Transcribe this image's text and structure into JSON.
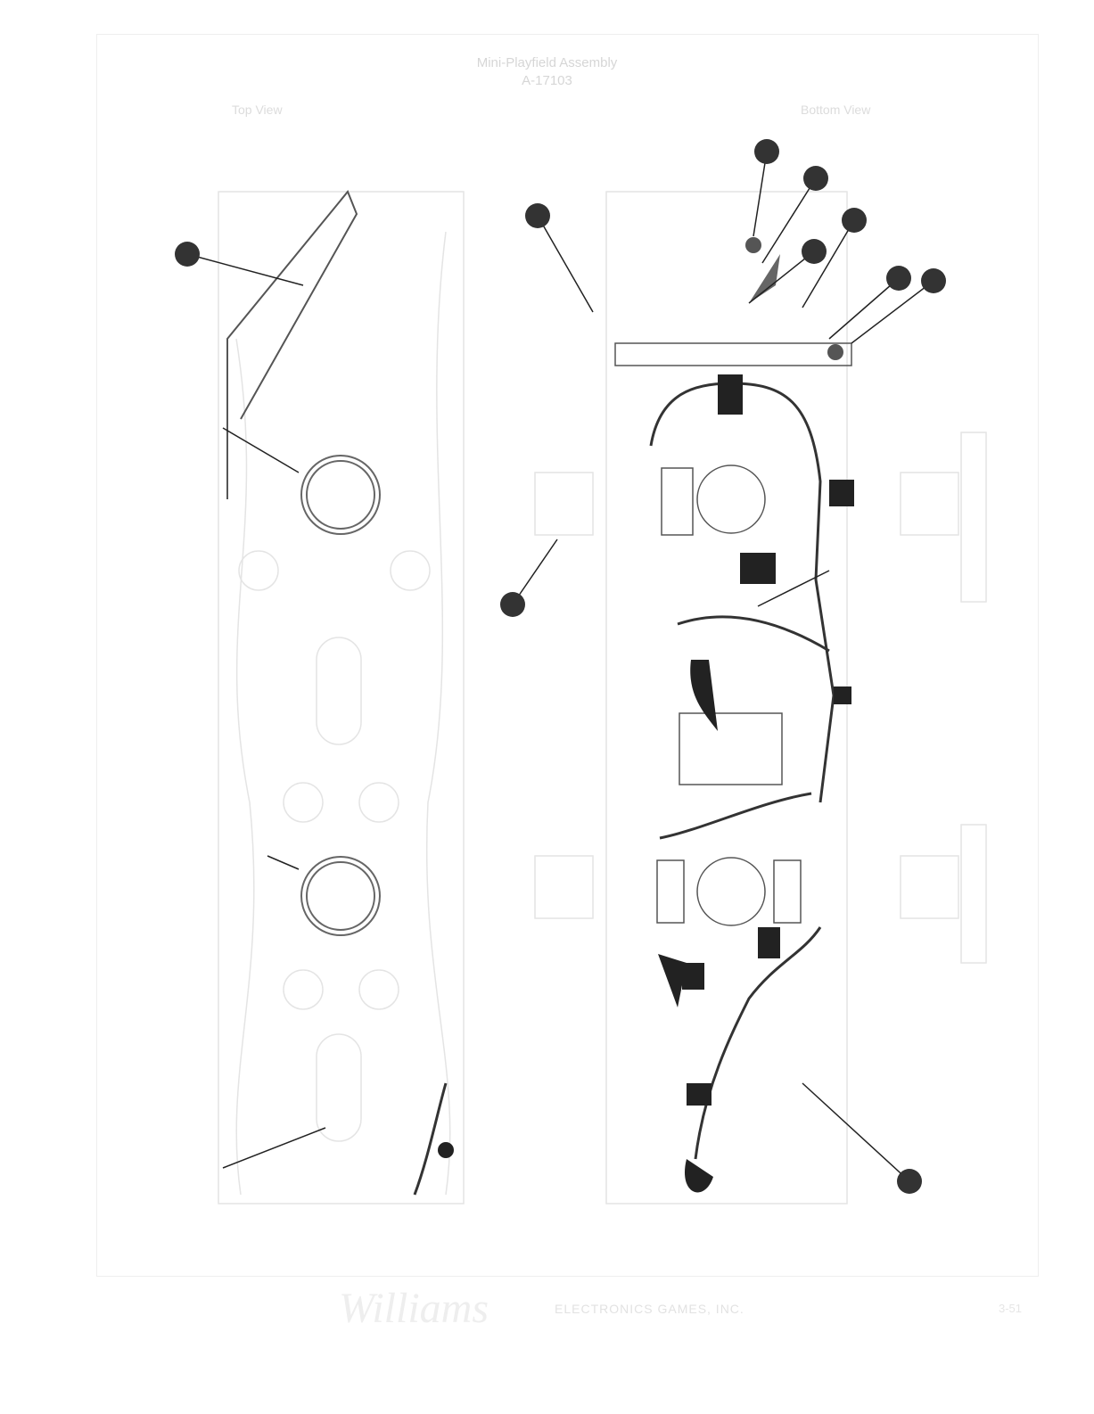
{
  "title": "Mini-Playfield Assembly",
  "part_number": "A-17103",
  "views": {
    "top": "Top View",
    "bottom": "Bottom View"
  },
  "footer": {
    "logo": "Williams",
    "company": "ELECTRONICS GAMES, INC.",
    "page": "3-51"
  }
}
